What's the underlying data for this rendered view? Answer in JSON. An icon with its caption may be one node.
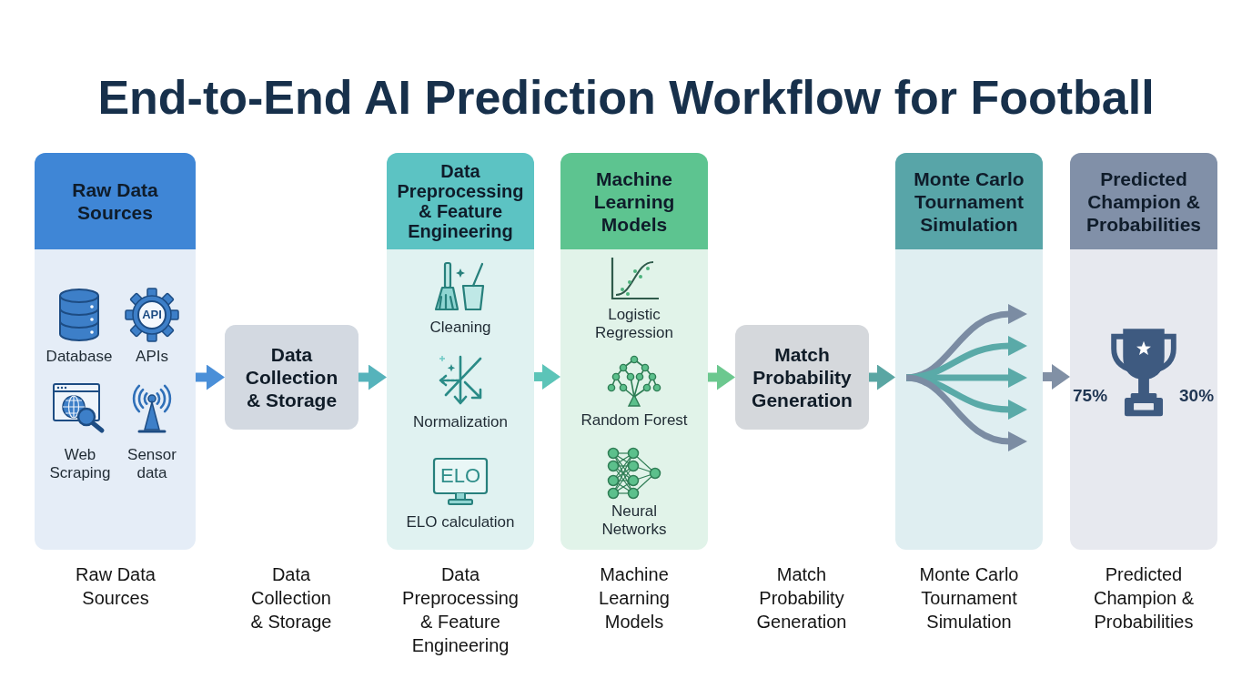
{
  "diagram": {
    "title": "End-to-End AI Prediction Workflow for Football",
    "nodes": [
      {
        "text": [
          "Raw Data Sources"
        ],
        "beside": [
          "Raw Data Sources"
        ]
      },
      {
        "text": [
          "Data Collection & Storage"
        ]
      },
      {
        "text": [
          "Data Preprocessing & Feature Engineering"
        ],
        "beside": [
          "Data Preprocessing & Feature Engineering"
        ]
      },
      {
        "text": [
          "Machine Learning Models"
        ],
        "beside": [
          "Machine Learning Models"
        ]
      },
      {
        "text": [
          "Match Probability Generation"
        ]
      },
      {
        "text": [
          "Monte Carlo Tournament Simulation"
        ],
        "beside": [
          "Monte Carlo Tournament Simulation"
        ]
      },
      {
        "text": [
          "Predicted Champion & Probabilities"
        ],
        "beside": [
          "Predicted Champion & Probabilities"
        ]
      }
    ],
    "edges": [
      {
        "from": 0,
        "to": 1,
        "arrow": "to",
        "color": "#4a8fd8"
      },
      {
        "from": 1,
        "to": 2,
        "arrow": "to",
        "color": "#56b3bb"
      },
      {
        "from": 2,
        "to": 3,
        "arrow": "to",
        "color": "#5cc4b8"
      },
      {
        "from": 3,
        "to": 4,
        "arrow": "to",
        "color": "#6cc88f"
      },
      {
        "from": 4,
        "to": 5,
        "arrow": "to",
        "color": "#5aa6a3"
      },
      {
        "from": 5,
        "to": 6,
        "arrow": "to",
        "color": "#8190a5"
      }
    ],
    "labels": [
      "API",
      "Database",
      "APIs",
      "Web Scraping",
      "Sensor data",
      "Cleaning",
      "Normalization",
      "ELO",
      "ELO calculation",
      "Logistic Regression",
      "Random Forest",
      "Neural Networks",
      "75%",
      "30%",
      "Data Collection & Storage",
      "Match Probability Generation"
    ]
  }
}
